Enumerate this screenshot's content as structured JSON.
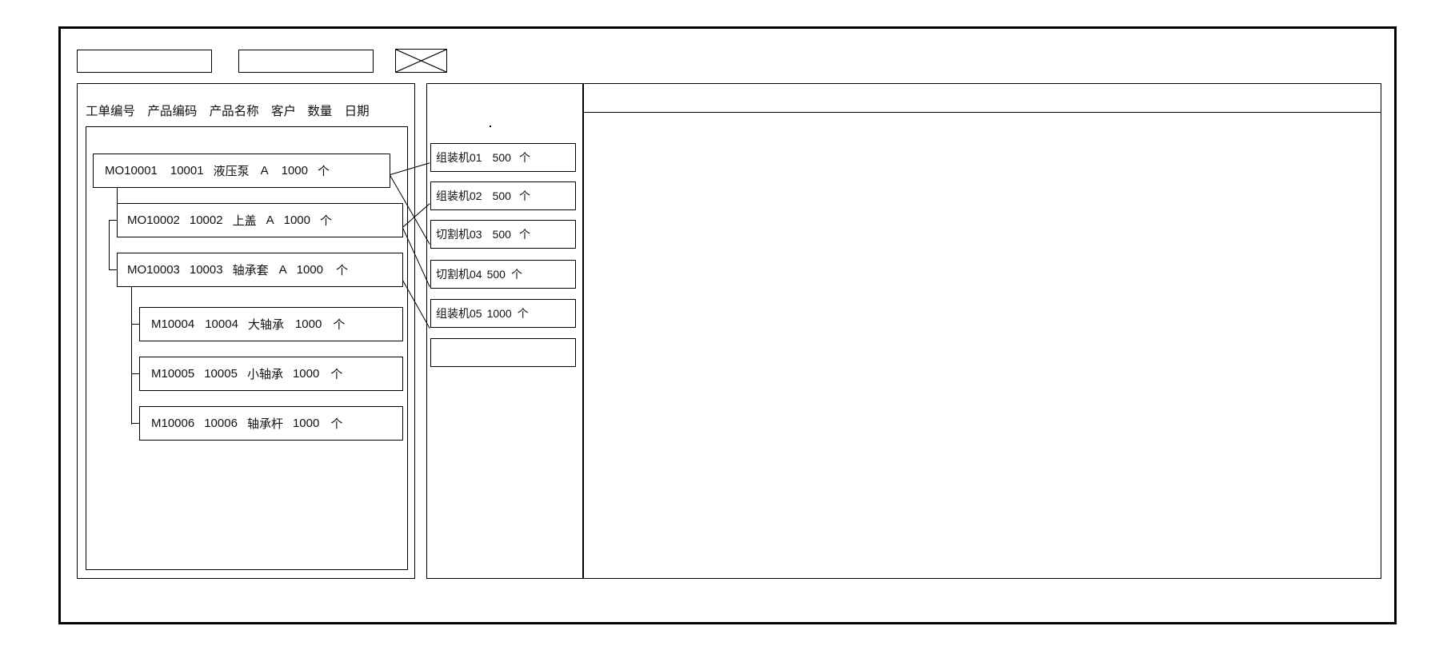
{
  "window": {
    "title": ""
  },
  "toolbar": {
    "field_one_value": "",
    "field_one_placeholder": "",
    "field_two_value": "",
    "field_two_placeholder": "",
    "image_placeholder_icon": "crossed-box-image-placeholder-icon"
  },
  "left_panel": {
    "columns": [
      "工单编号",
      "产品编码",
      "产品名称",
      "客户",
      "数量",
      "日期"
    ],
    "rows": [
      {
        "level": 0,
        "order_no": "MO10001",
        "product_code": "10001",
        "product_name": "液压泵",
        "customer": "A",
        "quantity": "1000",
        "unit": "个"
      },
      {
        "level": 1,
        "order_no": "MO10002",
        "product_code": "10002",
        "product_name": "上盖",
        "customer": "A",
        "quantity": "1000",
        "unit": "个"
      },
      {
        "level": 1,
        "order_no": "MO10003",
        "product_code": "10003",
        "product_name": "轴承套",
        "customer": "A",
        "quantity": "1000",
        "unit": "个"
      },
      {
        "level": 2,
        "order_no": "M10004",
        "product_code": "10004",
        "product_name": "大轴承",
        "customer": "",
        "quantity": "1000",
        "unit": "个"
      },
      {
        "level": 2,
        "order_no": "M10005",
        "product_code": "10005",
        "product_name": "小轴承",
        "customer": "",
        "quantity": "1000",
        "unit": "个"
      },
      {
        "level": 2,
        "order_no": "M10006",
        "product_code": "10006",
        "product_name": "轴承杆",
        "customer": "",
        "quantity": "1000",
        "unit": "个"
      }
    ]
  },
  "middle_panel": {
    "machines": [
      {
        "name": "组装机01",
        "quantity": "500",
        "unit": "个"
      },
      {
        "name": "组装机02",
        "quantity": "500",
        "unit": "个"
      },
      {
        "name": "切割机03",
        "quantity": "500",
        "unit": "个"
      },
      {
        "name": "切割机04",
        "quantity": "500",
        "unit": "个"
      },
      {
        "name": "组装机05",
        "quantity": "1000",
        "unit": "个"
      }
    ],
    "empty_slot_label": ""
  },
  "right_panel": {
    "header_text": "",
    "body_text": ""
  },
  "colors": {
    "stroke": "#000000",
    "background": "#ffffff"
  }
}
